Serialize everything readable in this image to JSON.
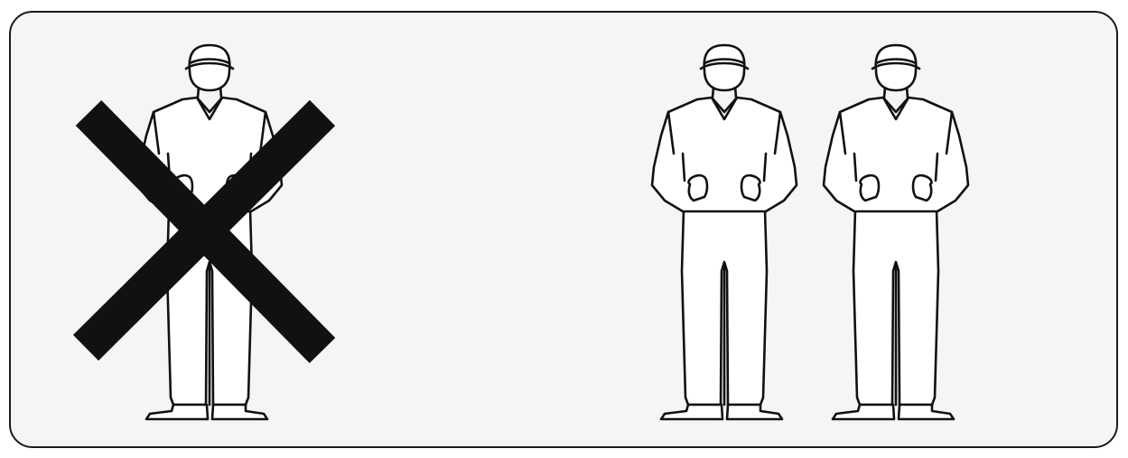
{
  "diagram": {
    "panel_background": "#f5f5f5",
    "outline_color": "#111111",
    "cross_color": "#111111",
    "figures": [
      {
        "role": "single-person-lift",
        "marked_incorrect": true
      },
      {
        "role": "two-person-lift-person-1",
        "marked_incorrect": false
      },
      {
        "role": "two-person-lift-person-2",
        "marked_incorrect": false
      }
    ],
    "symbols": {
      "prohibited": "cross-mark-icon"
    }
  }
}
